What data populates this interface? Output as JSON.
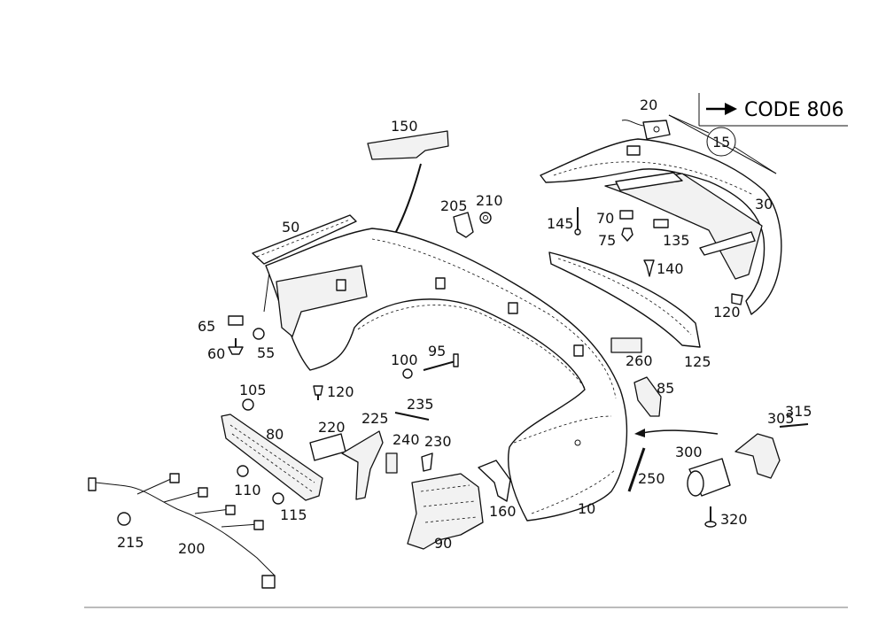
{
  "code_box": {
    "label": "CODE 806"
  },
  "callouts": {
    "c10": "10",
    "c15": "15",
    "c20": "20",
    "c30": "30",
    "c50": "50",
    "c55": "55",
    "c60": "60",
    "c65": "65",
    "c70": "70",
    "c75": "75",
    "c80": "80",
    "c85": "85",
    "c90": "90",
    "c95": "95",
    "c100": "100",
    "c105": "105",
    "c110": "110",
    "c115": "115",
    "c120a": "120",
    "c120b": "120",
    "c125": "125",
    "c135": "135",
    "c140": "140",
    "c145": "145",
    "c150": "150",
    "c160": "160",
    "c200": "200",
    "c205": "205",
    "c210": "210",
    "c215": "215",
    "c220": "220",
    "c225": "225",
    "c230": "230",
    "c235": "235",
    "c240": "240",
    "c250": "250",
    "c260": "260",
    "c300": "300",
    "c305": "305",
    "c315": "315",
    "c320": "320"
  }
}
